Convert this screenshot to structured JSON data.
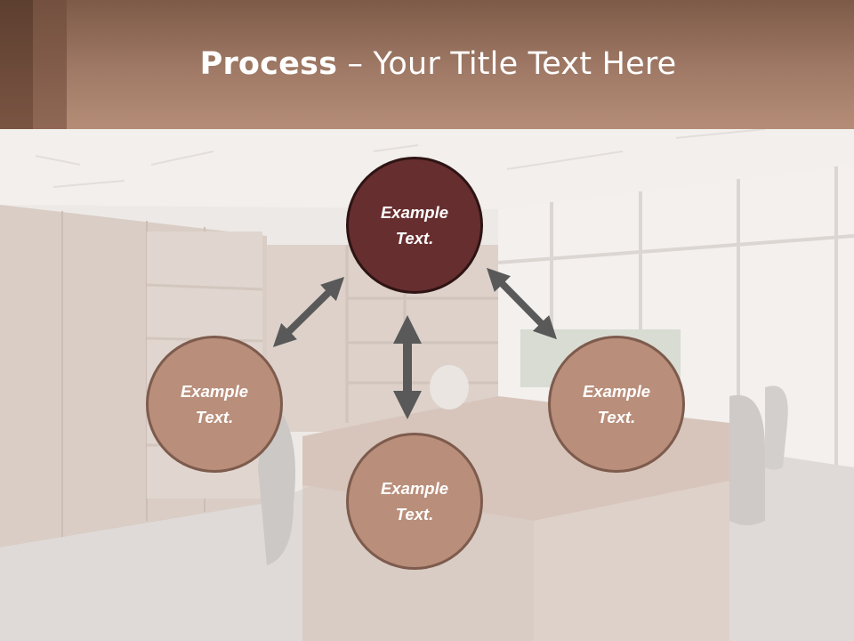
{
  "slide": {
    "title_bold": "Process",
    "title_rest": " – Your Title Text Here"
  },
  "nodes": {
    "top": {
      "line1": "Example",
      "line2": "Text."
    },
    "left": {
      "line1": "Example",
      "line2": "Text."
    },
    "right": {
      "line1": "Example",
      "line2": "Text."
    },
    "bottom": {
      "line1": "Example",
      "line2": "Text."
    }
  },
  "colors": {
    "header": "#a07a66",
    "node_light": "#b98e7a",
    "node_dark": "#672e2f",
    "arrow": "#595959"
  }
}
